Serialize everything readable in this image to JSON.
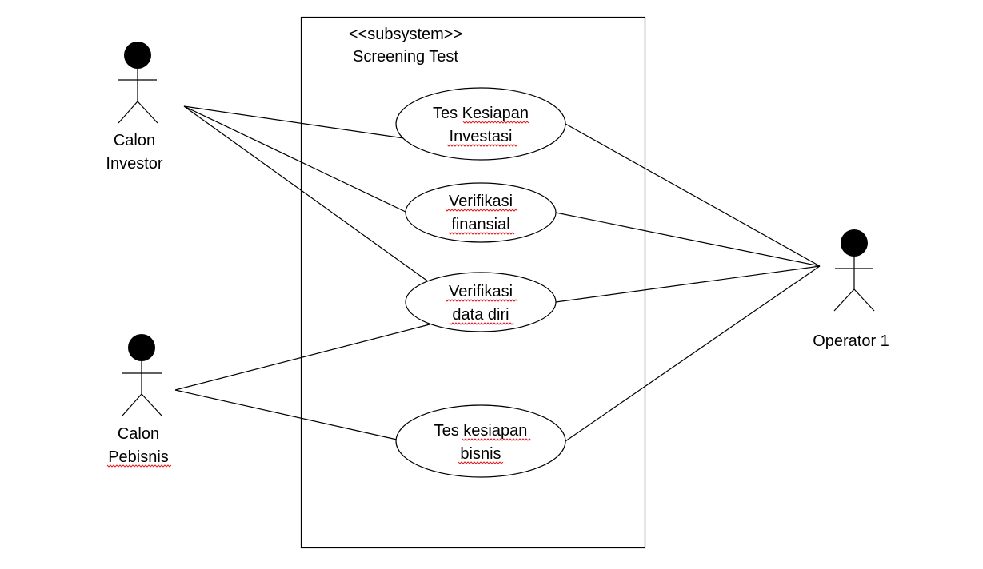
{
  "subsystem": {
    "stereotype": "<<subsystem>>",
    "name": "Screening Test"
  },
  "actors": [
    {
      "id": "calon-investor",
      "label_lines": [
        "Calon",
        "Investor"
      ]
    },
    {
      "id": "calon-pebisnis",
      "label_lines": [
        "Calon",
        "Pebisnis"
      ]
    },
    {
      "id": "operator-1",
      "label_lines": [
        "Operator 1"
      ]
    }
  ],
  "use_cases": [
    {
      "id": "tes-kesiapan-investasi",
      "label_lines": [
        "Tes Kesiapan",
        "Investasi"
      ]
    },
    {
      "id": "verifikasi-finansial",
      "label_lines": [
        "Verifikasi",
        "finansial"
      ]
    },
    {
      "id": "verifikasi-data-diri",
      "label_lines": [
        "Verifikasi",
        "data diri"
      ]
    },
    {
      "id": "tes-kesiapan-bisnis",
      "label_lines": [
        "Tes kesiapan",
        "bisnis"
      ]
    }
  ],
  "associations": [
    {
      "actor": "calon-investor",
      "use_case": "tes-kesiapan-investasi"
    },
    {
      "actor": "calon-investor",
      "use_case": "verifikasi-finansial"
    },
    {
      "actor": "calon-investor",
      "use_case": "verifikasi-data-diri"
    },
    {
      "actor": "calon-pebisnis",
      "use_case": "verifikasi-data-diri"
    },
    {
      "actor": "calon-pebisnis",
      "use_case": "tes-kesiapan-bisnis"
    },
    {
      "actor": "operator-1",
      "use_case": "tes-kesiapan-investasi"
    },
    {
      "actor": "operator-1",
      "use_case": "verifikasi-finansial"
    },
    {
      "actor": "operator-1",
      "use_case": "verifikasi-data-diri"
    },
    {
      "actor": "operator-1",
      "use_case": "tes-kesiapan-bisnis"
    }
  ]
}
